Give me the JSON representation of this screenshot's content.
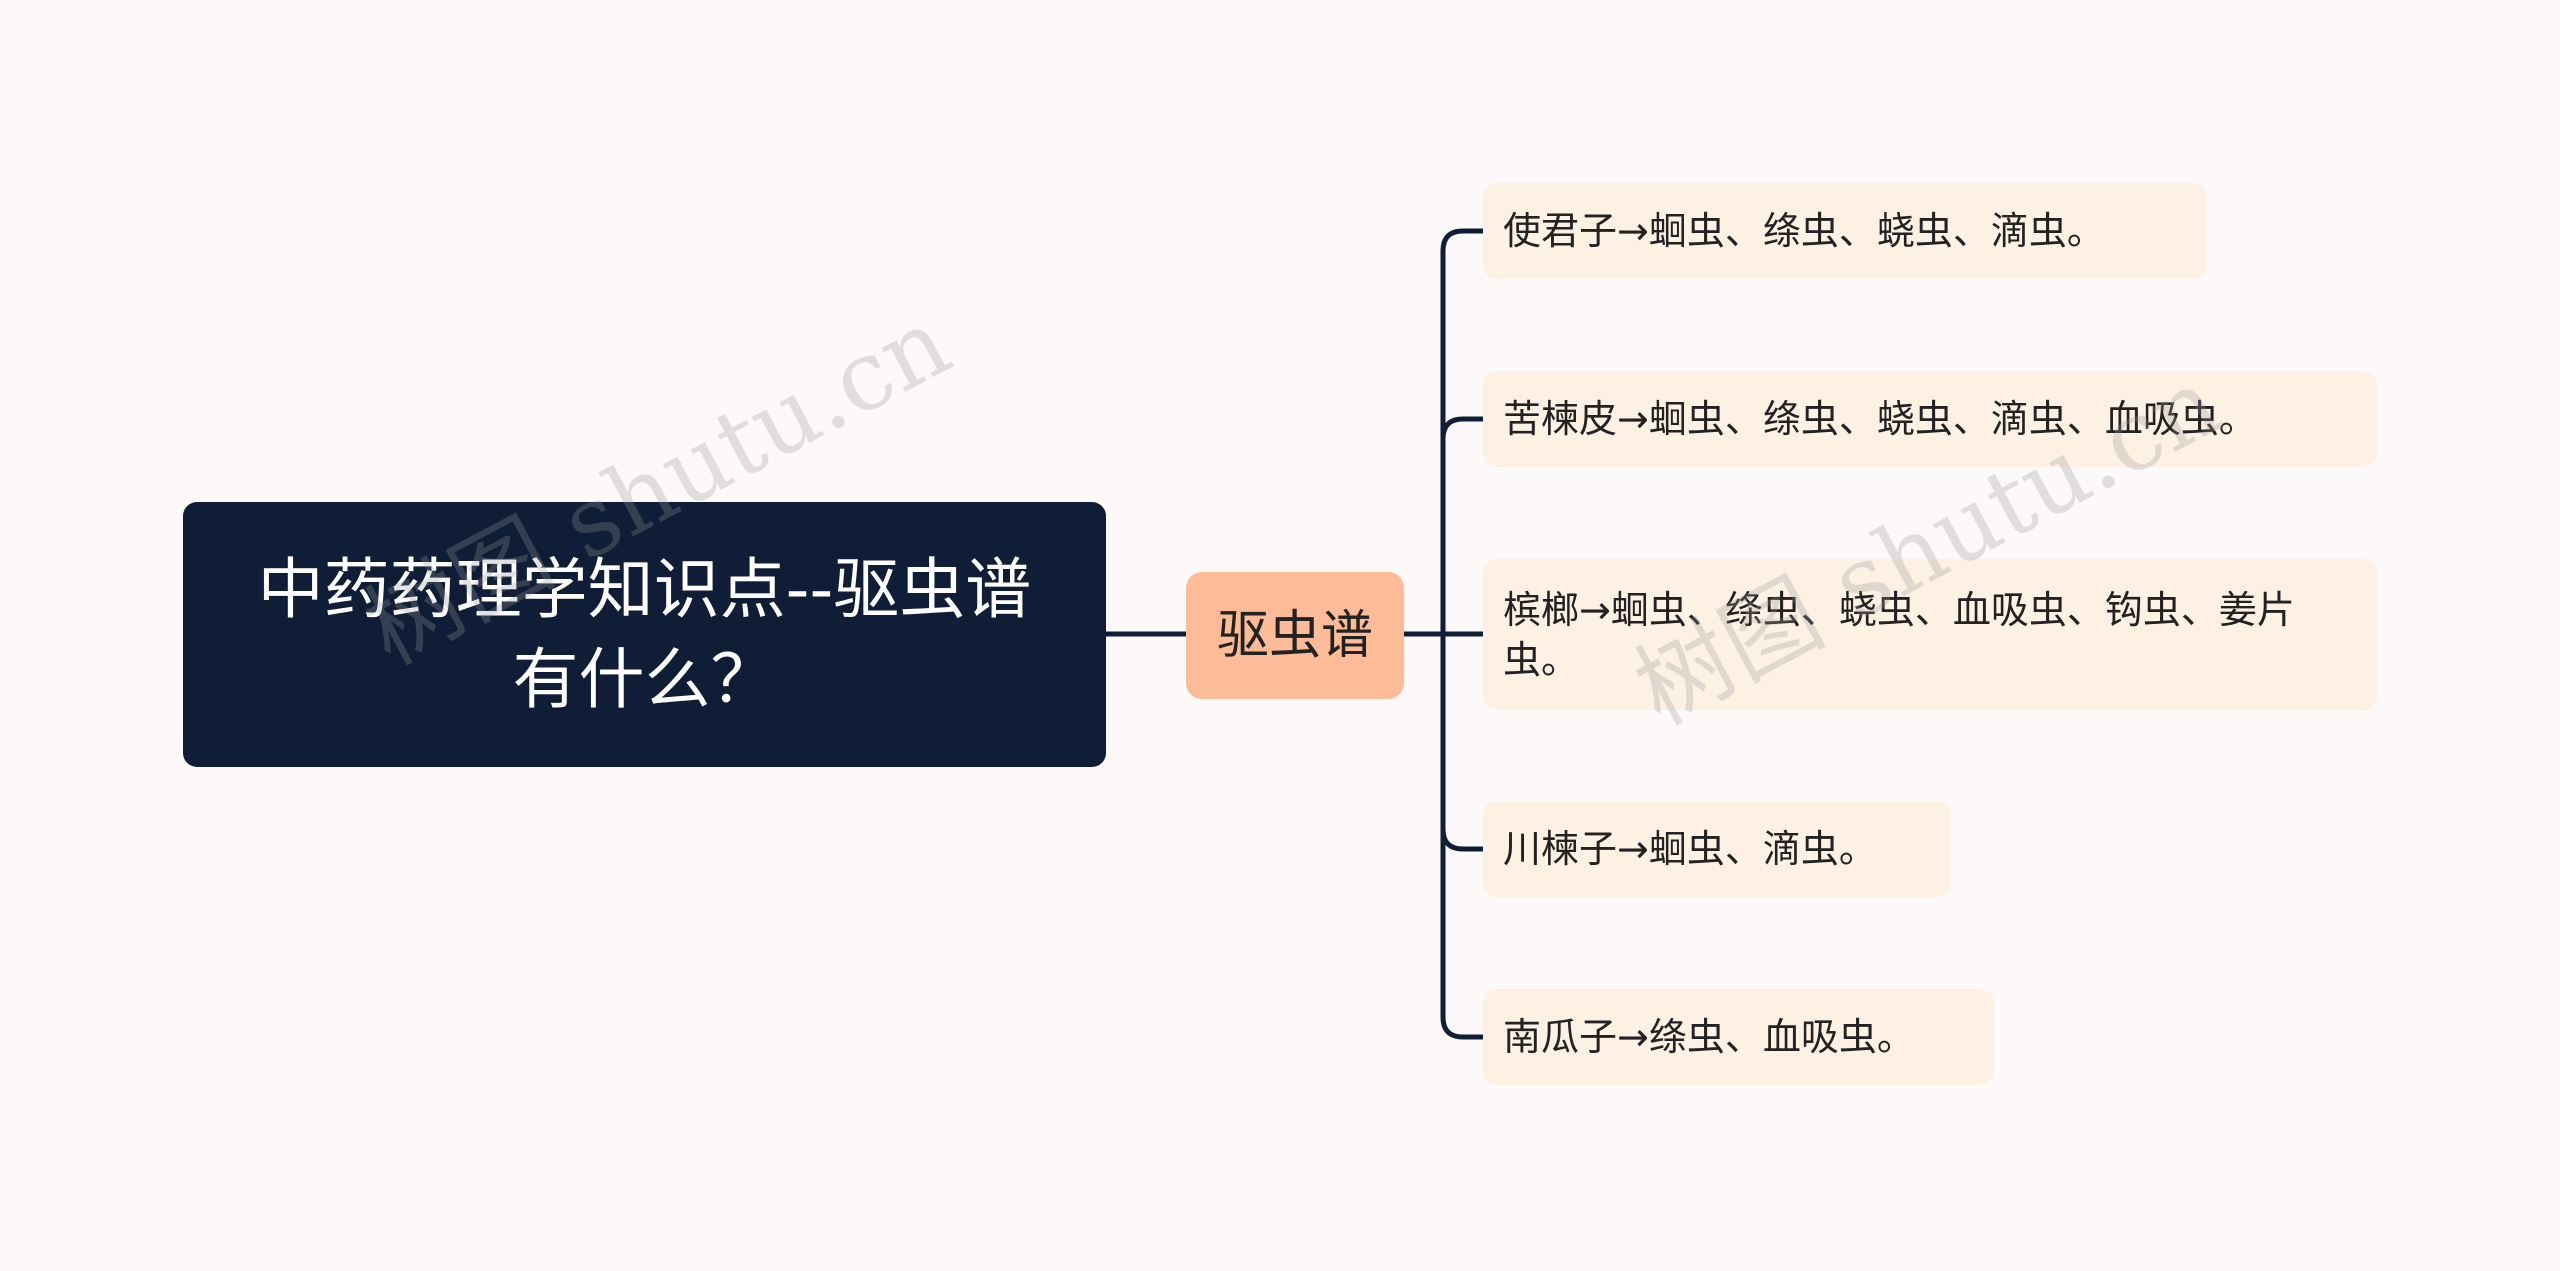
{
  "root": {
    "title": "中药药理学知识点--驱虫谱有什么？"
  },
  "branch": {
    "label": "驱虫谱"
  },
  "leaves": [
    "使君子→蛔虫、绦虫、蛲虫、滴虫。",
    "苦楝皮→蛔虫、绦虫、蛲虫、滴虫、血吸虫。",
    "槟榔→蛔虫、绦虫、蛲虫、血吸虫、钩虫、姜片虫。",
    "川楝子→蛔虫、滴虫。",
    "南瓜子→绦虫、血吸虫。"
  ],
  "watermarks": [
    "树图 shutu.cn",
    "树图 shutu.cn"
  ],
  "colors": {
    "background": "#fdf9f8",
    "root_fill": "#0f1e36",
    "branch_fill": "#fdbb97",
    "leaf_fill": "#fdf1e4",
    "connector": "#0f1e36"
  }
}
